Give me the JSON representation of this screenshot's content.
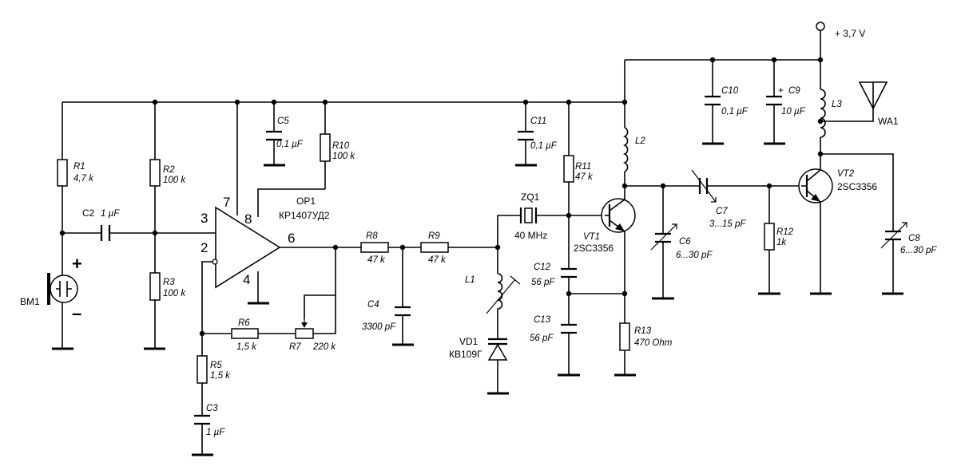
{
  "supply": {
    "label": "+ 3,7 V"
  },
  "components": {
    "r1": {
      "name": "R1",
      "value": "4,7 k"
    },
    "r2": {
      "name": "R2",
      "value": "100 k"
    },
    "r3": {
      "name": "R3",
      "value": "100 k"
    },
    "r5": {
      "name": "R5",
      "value": "1,5 k"
    },
    "r6": {
      "name": "R6",
      "value": "1,5 k"
    },
    "r7": {
      "name": "R7",
      "value": "220 k"
    },
    "r8": {
      "name": "R8",
      "value": "47 k"
    },
    "r9": {
      "name": "R9",
      "value": "47 k"
    },
    "r10": {
      "name": "R10",
      "value": "100 k"
    },
    "r11": {
      "name": "R11",
      "value": "47 k"
    },
    "r12": {
      "name": "R12",
      "value": "1k"
    },
    "r13": {
      "name": "R13",
      "value": "470 Ohm"
    },
    "c2": {
      "name": "C2",
      "value": "1 µF"
    },
    "c3": {
      "name": "C3",
      "value": "1 µF"
    },
    "c4": {
      "name": "C4",
      "value": "3300 pF"
    },
    "c5": {
      "name": "C5",
      "value": "0,1 µF"
    },
    "c6": {
      "name": "C6",
      "value": "6...30 pF"
    },
    "c7": {
      "name": "C7",
      "value": "3...15 pF"
    },
    "c8": {
      "name": "C8",
      "value": "6...30 pF"
    },
    "c9": {
      "name": "C9",
      "value": "10 µF",
      "polarity": "+"
    },
    "c10": {
      "name": "C10",
      "value": "0,1 µF"
    },
    "c11": {
      "name": "C11",
      "value": "0,1 µF"
    },
    "c12": {
      "name": "C12",
      "value": "56 pF"
    },
    "c13": {
      "name": "C13",
      "value": "56 pF"
    },
    "l1": {
      "name": "L1"
    },
    "l2": {
      "name": "L2"
    },
    "l3": {
      "name": "L3"
    },
    "vd1": {
      "name": "VD1",
      "part": "КВ109Г"
    },
    "zq1": {
      "name": "ZQ1",
      "value": "40 MHz"
    },
    "vt1": {
      "name": "VT1",
      "part": "2SC3356"
    },
    "vt2": {
      "name": "VT2",
      "part": "2SC3356"
    },
    "op1": {
      "name": "OP1",
      "part": "КР1407УД2",
      "pins": {
        "p2": "2",
        "p3": "3",
        "p4": "4",
        "p6": "6",
        "p7": "7",
        "p8": "8"
      }
    },
    "bm1": {
      "name": "BM1",
      "plus": "+",
      "minus": "–"
    },
    "wa1": {
      "name": "WA1"
    }
  }
}
